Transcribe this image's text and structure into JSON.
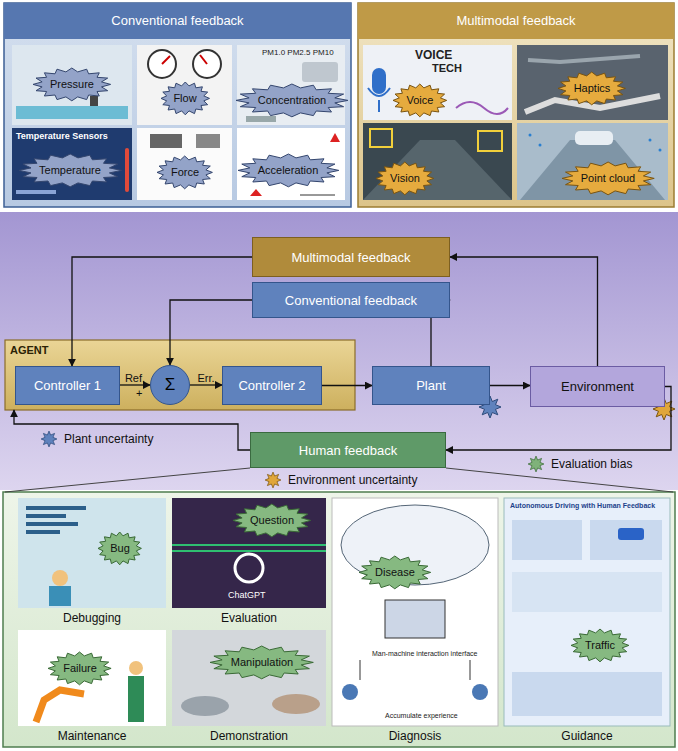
{
  "diagram": {
    "nodes": [
      {
        "text": [
          "Conventional feedback"
        ]
      },
      {
        "text": [
          "Pressure"
        ],
        "in": 0
      },
      {
        "text": [
          "Flow"
        ],
        "in": 0
      },
      {
        "text": [
          "Concentration"
        ],
        "in": 0
      },
      {
        "text": [
          "Temperature"
        ],
        "in": 0
      },
      {
        "text": [
          "Force"
        ],
        "in": 0
      },
      {
        "text": [
          "Acceleration"
        ],
        "in": 0
      },
      {
        "text": [
          "Multimodal feedback"
        ]
      },
      {
        "text": [
          "Voice"
        ],
        "in": 7
      },
      {
        "text": [
          "Haptics"
        ],
        "in": 7
      },
      {
        "text": [
          "Vision"
        ],
        "in": 7
      },
      {
        "text": [
          "Point cloud"
        ],
        "in": 7
      },
      {
        "text": [
          "Multimodal feedback"
        ]
      },
      {
        "text": [
          "Conventional feedback"
        ]
      },
      {
        "text": [
          "AGENT"
        ]
      },
      {
        "text": [
          "Controller 1"
        ],
        "in": 14
      },
      {
        "text": [
          "Σ"
        ],
        "in": 14
      },
      {
        "text": [
          "Controller 2"
        ],
        "in": 14
      },
      {
        "text": [
          "Plant"
        ]
      },
      {
        "text": [
          "Environment"
        ]
      },
      {
        "text": [
          "Human feedback"
        ]
      },
      {
        "text": [
          "Debugging"
        ]
      },
      {
        "text": [
          "Bug"
        ],
        "in": 21
      },
      {
        "text": [
          "Evaluation"
        ]
      },
      {
        "text": [
          "Question"
        ],
        "in": 23
      },
      {
        "text": [
          "Diagnosis"
        ]
      },
      {
        "text": [
          "Disease"
        ],
        "in": 25
      },
      {
        "text": [
          "Guidance"
        ]
      },
      {
        "text": [
          "Traffic"
        ],
        "in": 27
      },
      {
        "text": [
          "Maintenance"
        ]
      },
      {
        "text": [
          "Failure"
        ],
        "in": 29
      },
      {
        "text": [
          "Demonstration"
        ]
      },
      {
        "text": [
          "Manipulation"
        ],
        "in": 31
      }
    ],
    "edges": [
      {
        "from": 15,
        "to": 16,
        "arrow": "to",
        "label": "Ref."
      },
      {
        "from": 16,
        "to": 17,
        "arrow": "to",
        "label": "Err."
      },
      {
        "from": 17,
        "to": 18,
        "arrow": "to"
      },
      {
        "from": 18,
        "to": 19,
        "arrow": "to"
      },
      {
        "from": 19,
        "to": 12,
        "arrow": "to"
      },
      {
        "from": 12,
        "to": 15,
        "arrow": "to"
      },
      {
        "from": 18,
        "to": 13,
        "arrow": "to"
      },
      {
        "from": 13,
        "to": 16,
        "arrow": "to"
      },
      {
        "from": 19,
        "to": 20,
        "arrow": "to"
      },
      {
        "from": 20,
        "to": 14,
        "arrow": "to"
      }
    ],
    "labels": [
      "+",
      "Temperature Sensors",
      "PM1.0 PM2.5 PM10",
      "VOICE",
      "TECH",
      "ChatGPT",
      "Autonomous Driving with Human Feedback",
      "Man-machine interaction interface",
      "Accumulate experience"
    ],
    "legend": [
      {
        "text": "Plant uncertainty"
      },
      {
        "text": "Environment uncertainty"
      },
      {
        "text": "Evaluation bias"
      }
    ]
  }
}
